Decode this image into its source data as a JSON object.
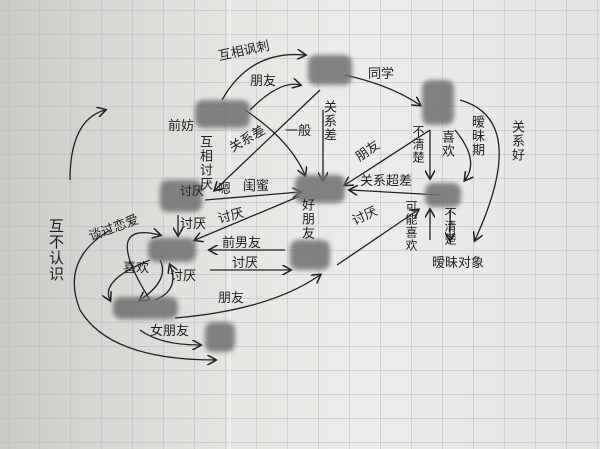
{
  "edge_labels": {
    "mutual_sarcasm": "互相讽刺",
    "friends_top": "朋友",
    "classmates": "同学",
    "former": "前妨",
    "bad_relation_1": "关系差",
    "average": "一般",
    "bad_relation_2": "关系差",
    "mutual_dislike": "互相讨厌",
    "friends_right": "朋友",
    "very_bad_relation": "关系超差",
    "unclear_1": "不清楚",
    "likes_1": "喜欢",
    "ambiguous_period": "暧昧期",
    "good_relation": "关系好",
    "maybe_likes": "可能喜欢",
    "unclear_2": "不清楚",
    "ambiguous_partner": "暧昧对象",
    "dislike_right": "讨厌",
    "ugh": "嗯",
    "bestie": "闺蜜",
    "dislike_1": "讨厌",
    "dislike_2": "讨厌",
    "dislike_3": "讨厌",
    "good_friend": "好朋友",
    "ex_boyfriend": "前男友",
    "dislike_4": "讨厌",
    "dated": "谈过恋爱",
    "likes_2": "喜欢",
    "dislike_5": "讨厌",
    "friends_bottom": "朋友",
    "girlfriend": "女朋友",
    "strangers": "互不认识"
  }
}
